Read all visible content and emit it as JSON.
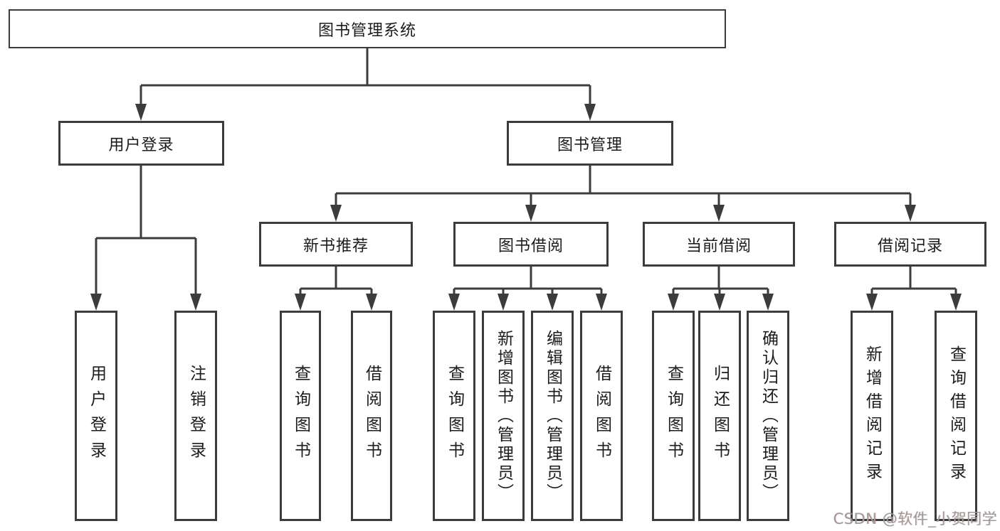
{
  "diagram": {
    "root": {
      "label": "图书管理系统"
    },
    "level1": [
      {
        "id": "user-login",
        "label": "用户登录"
      },
      {
        "id": "book-management",
        "label": "图书管理"
      }
    ],
    "level2": [
      {
        "id": "new-book-recommend",
        "label": "新书推荐"
      },
      {
        "id": "book-borrowing",
        "label": "图书借阅"
      },
      {
        "id": "current-borrowing",
        "label": "当前借阅"
      },
      {
        "id": "borrow-records",
        "label": "借阅记录"
      }
    ],
    "leaves": {
      "user_login": [
        "用户登录",
        "注销登录"
      ],
      "new_book_recommend": [
        "查询图书",
        "借阅图书"
      ],
      "book_borrowing": [
        "查询图书",
        "新增图书（管理员）",
        "编辑图书（管理员）",
        "借阅图书"
      ],
      "current_borrowing": [
        "查询图书",
        "归还图书",
        "确认归还（管理员）"
      ],
      "borrow_records": [
        "新增借阅记录",
        "查询借阅记录"
      ]
    }
  },
  "watermark": "CSDN @软件_小贺同学",
  "colors": {
    "line": "#3c3c3c",
    "text": "#1c1c1c",
    "background": "#ffffff",
    "watermark": "#9b9b9b"
  }
}
